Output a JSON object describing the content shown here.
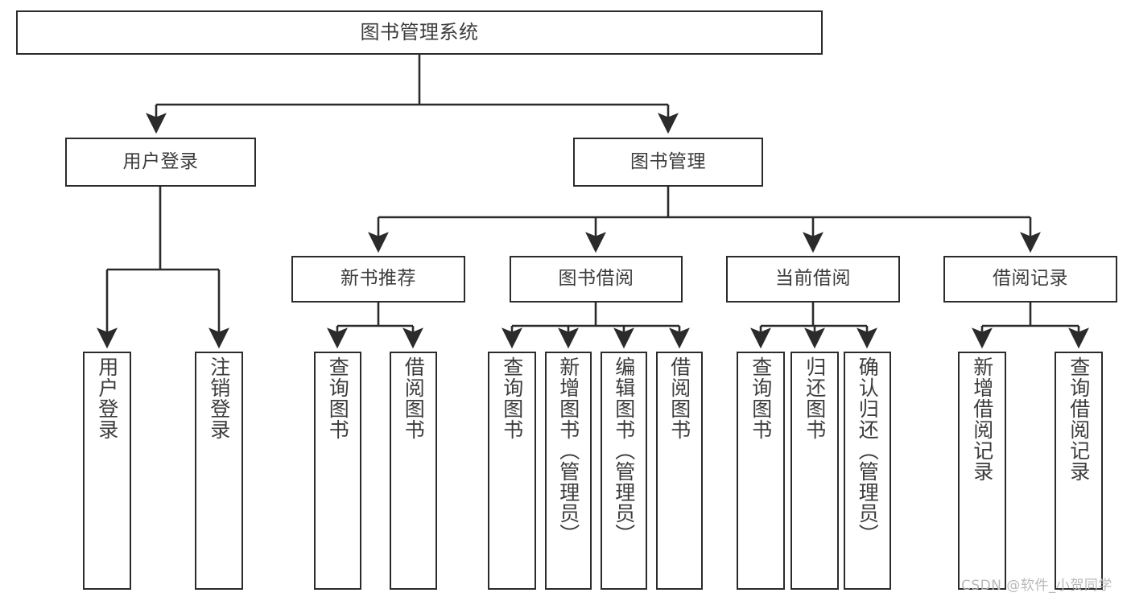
{
  "diagram": {
    "type": "tree-hierarchy",
    "title": "图书管理系统",
    "root": {
      "id": "root",
      "label": "图书管理系统"
    },
    "level1": [
      {
        "id": "user-login",
        "label": "用户登录"
      },
      {
        "id": "book-management",
        "label": "图书管理"
      }
    ],
    "level2": [
      {
        "id": "new-book-recommend",
        "label": "新书推荐",
        "parent": "book-management"
      },
      {
        "id": "book-borrow",
        "label": "图书借阅",
        "parent": "book-management"
      },
      {
        "id": "current-borrow",
        "label": "当前借阅",
        "parent": "book-management"
      },
      {
        "id": "borrow-record",
        "label": "借阅记录",
        "parent": "book-management"
      }
    ],
    "leaves": [
      {
        "id": "leaf-user-login",
        "label": "用户登录",
        "parent": "user-login"
      },
      {
        "id": "leaf-logout-login",
        "label": "注销登录",
        "parent": "user-login"
      },
      {
        "id": "leaf-query-book-1",
        "label": "查询图书",
        "parent": "new-book-recommend"
      },
      {
        "id": "leaf-borrow-book-1",
        "label": "借阅图书",
        "parent": "new-book-recommend"
      },
      {
        "id": "leaf-query-book-2",
        "label": "查询图书",
        "parent": "book-borrow"
      },
      {
        "id": "leaf-add-book-admin",
        "label": "新增图书（管理员）",
        "parent": "book-borrow"
      },
      {
        "id": "leaf-edit-book-admin",
        "label": "编辑图书（管理员）",
        "parent": "book-borrow"
      },
      {
        "id": "leaf-borrow-book-2",
        "label": "借阅图书",
        "parent": "book-borrow"
      },
      {
        "id": "leaf-query-book-3",
        "label": "查询图书",
        "parent": "current-borrow"
      },
      {
        "id": "leaf-return-book",
        "label": "归还图书",
        "parent": "current-borrow"
      },
      {
        "id": "leaf-confirm-return-admin",
        "label": "确认归还（管理员）",
        "parent": "current-borrow"
      },
      {
        "id": "leaf-add-borrow-record",
        "label": "新增借阅记录",
        "parent": "borrow-record"
      },
      {
        "id": "leaf-query-borrow-record",
        "label": "查询借阅记录",
        "parent": "borrow-record"
      }
    ],
    "watermark": "CSDN @软件_小贺同学",
    "colors": {
      "stroke": "#2b2b2b",
      "text": "#3c3c3c",
      "background": "#ffffff",
      "watermark": "#b9b9b9"
    }
  }
}
